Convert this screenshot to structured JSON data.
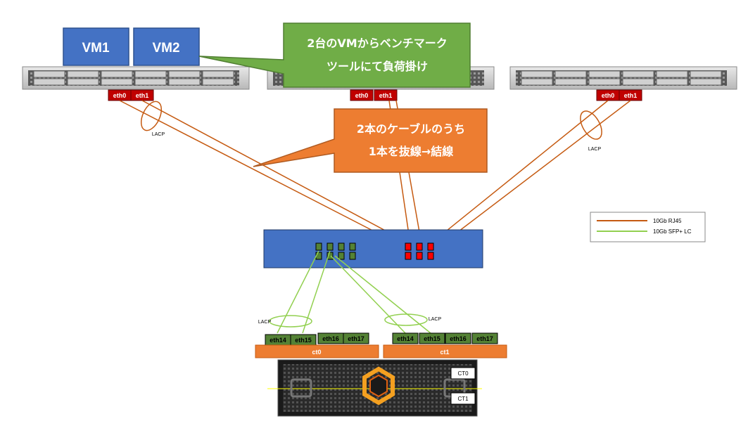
{
  "vms": [
    {
      "label": "VM1"
    },
    {
      "label": "VM2"
    }
  ],
  "servers": [
    {
      "ports": [
        "eth0",
        "eth1"
      ]
    },
    {
      "ports": [
        "eth0",
        "eth1"
      ]
    },
    {
      "ports": [
        "eth0",
        "eth1"
      ]
    }
  ],
  "callouts": {
    "benchmark": {
      "line1": "2台のVMからベンチマーク",
      "line2": "ツールにて負荷掛け"
    },
    "cable": {
      "line1": "2本のケーブルのうち",
      "line2": "1本を抜線→結線"
    }
  },
  "lacp_label": "LACP",
  "legend": {
    "items": [
      {
        "label": "10Gb RJ45",
        "color": "#c55a11"
      },
      {
        "label": "10Gb SFP+ LC",
        "color": "#92d050"
      }
    ]
  },
  "controllers": [
    {
      "name": "ct0",
      "ports": [
        "eth14",
        "eth15",
        "eth16",
        "eth17"
      ]
    },
    {
      "name": "ct1",
      "ports": [
        "eth14",
        "eth15",
        "eth16",
        "eth17"
      ]
    }
  ],
  "storage": {
    "ct_labels": [
      "CT0",
      "CT1"
    ]
  },
  "colors": {
    "vm_fill": "#4472c4",
    "callout_green": "#70ad47",
    "callout_orange": "#ed7d31",
    "switch_fill": "#4472c4",
    "port_red": "#c00000",
    "port_green": "#548235",
    "controller_bar": "#ed7d31"
  }
}
